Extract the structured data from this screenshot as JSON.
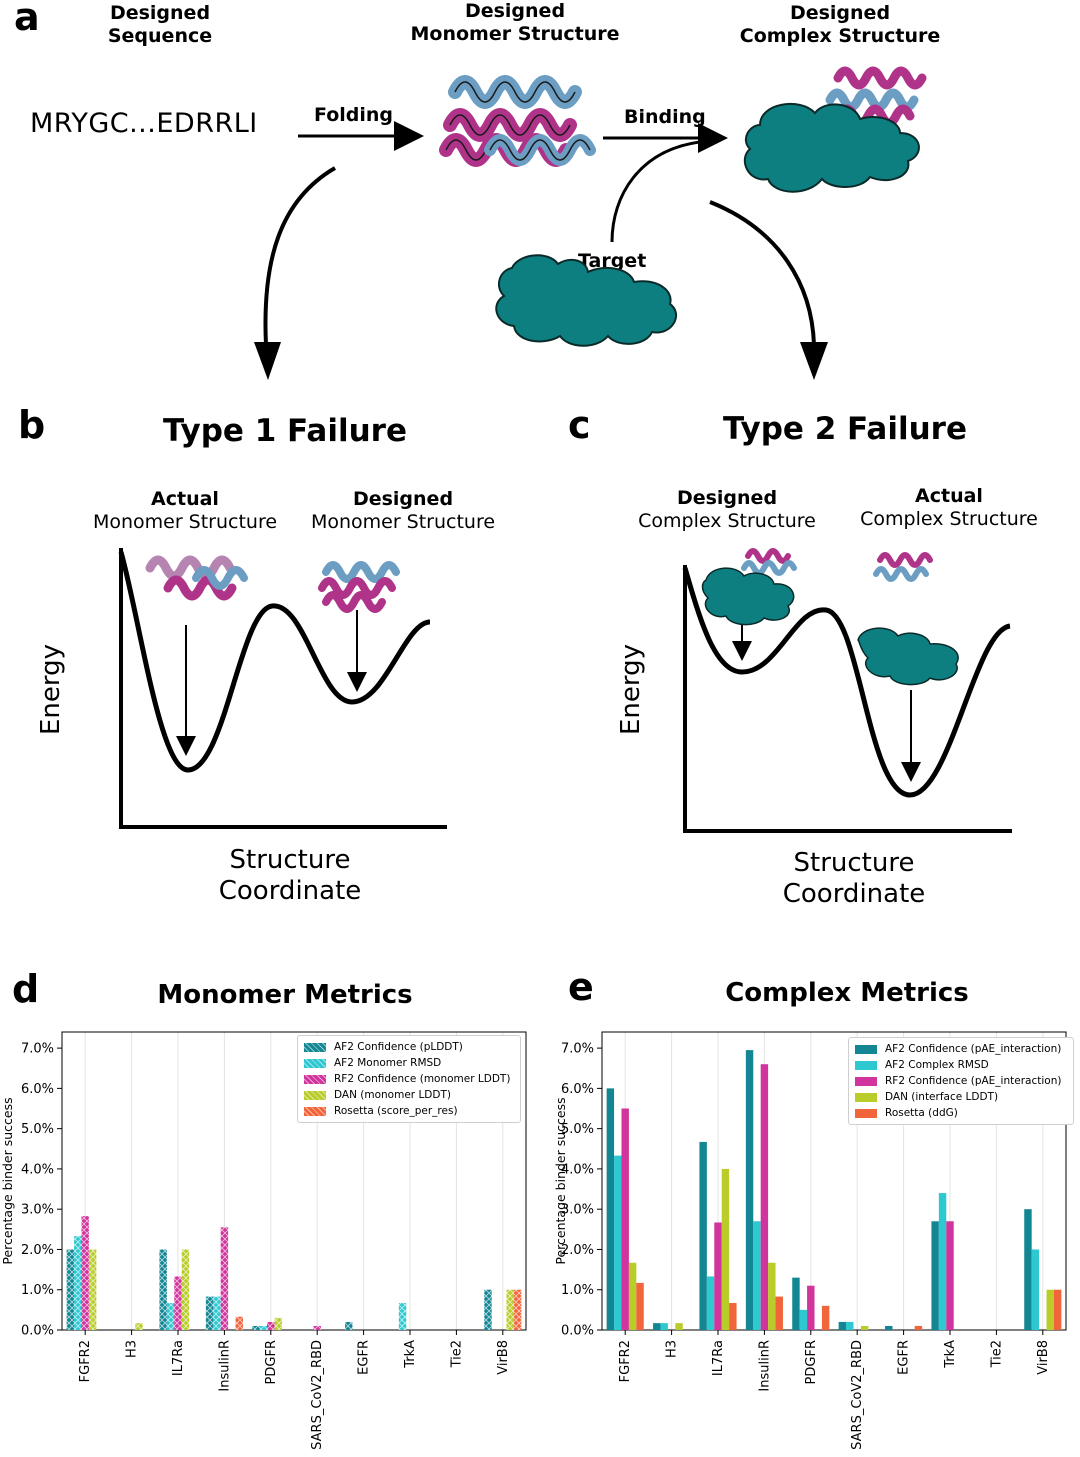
{
  "panel_a": {
    "letter": "a",
    "col1_title": [
      "Designed",
      "Sequence"
    ],
    "col2_title": [
      "Designed",
      "Monomer Structure"
    ],
    "col3_title": [
      "Designed",
      "Complex Structure"
    ],
    "sequence": "MRYGC...EDRRLI",
    "arrow_folding": "Folding",
    "arrow_binding": "Binding",
    "target_label": "Target"
  },
  "panel_b": {
    "letter": "b",
    "title": "Type 1 Failure",
    "label_left_bold": "Actual",
    "label_left": "Monomer Structure",
    "label_right_bold": "Designed",
    "label_right": "Monomer Structure",
    "ylabel": "Energy",
    "xlabel": [
      "Structure",
      "Coordinate"
    ]
  },
  "panel_c": {
    "letter": "c",
    "title": "Type 2 Failure",
    "label_left_bold": "Designed",
    "label_left": "Complex Structure",
    "label_right_bold": "Actual",
    "label_right": "Complex Structure",
    "ylabel": "Energy",
    "xlabel": [
      "Structure",
      "Coordinate"
    ]
  },
  "colors": {
    "magenta": "#b0338a",
    "steel_blue": "#6b9ec2",
    "teal": "#0d7f80",
    "af2_conf": "#138694",
    "af2_rmsd": "#2ec8d1",
    "rf2": "#d1349c",
    "dan": "#b9cc2a",
    "rosetta": "#f2643a"
  },
  "chart_data": [
    {
      "type": "bar",
      "panel_letter": "d",
      "title": "Monomer Metrics",
      "ylabel": "Percentage binder success",
      "xlabel": "",
      "ylim": [
        0,
        7.4
      ],
      "yticks": [
        "0.0%",
        "1.0%",
        "2.0%",
        "3.0%",
        "4.0%",
        "5.0%",
        "6.0%",
        "7.0%"
      ],
      "hatched": true,
      "grid": "vertical",
      "legend_position": "top-right",
      "categories": [
        "FGFR2",
        "H3",
        "IL7Ra",
        "InsulinR",
        "PDGFR",
        "SARS_CoV2_RBD",
        "EGFR",
        "TrkA",
        "Tie2",
        "VirB8"
      ],
      "series": [
        {
          "name": "AF2 Confidence (pLDDT)",
          "color": "#138694",
          "values": [
            2.0,
            0,
            2.0,
            0.83,
            0.1,
            0,
            0.2,
            0,
            0,
            1.0
          ]
        },
        {
          "name": "AF2 Monomer RMSD",
          "color": "#2ec8d1",
          "values": [
            2.33,
            0,
            0.67,
            0.83,
            0.1,
            0,
            0,
            0.67,
            0,
            0
          ]
        },
        {
          "name": "RF2 Confidence (monomer LDDT)",
          "color": "#d1349c",
          "values": [
            2.83,
            0,
            1.33,
            2.55,
            0.2,
            0.1,
            0,
            0,
            0,
            0
          ]
        },
        {
          "name": "DAN (monomer LDDT)",
          "color": "#b9cc2a",
          "values": [
            2.0,
            0.17,
            2.0,
            0,
            0.3,
            0,
            0,
            0,
            0,
            1.0
          ]
        },
        {
          "name": "Rosetta (score_per_res)",
          "color": "#f2643a",
          "values": [
            0,
            0,
            0,
            0.33,
            0,
            0,
            0,
            0,
            0,
            1.0
          ]
        }
      ]
    },
    {
      "type": "bar",
      "panel_letter": "e",
      "title": "Complex Metrics",
      "ylabel": "Percentage binder success",
      "xlabel": "",
      "ylim": [
        0,
        7.4
      ],
      "yticks": [
        "0.0%",
        "1.0%",
        "2.0%",
        "3.0%",
        "4.0%",
        "5.0%",
        "6.0%",
        "7.0%"
      ],
      "hatched": false,
      "grid": "vertical",
      "legend_position": "top-right",
      "categories": [
        "FGFR2",
        "H3",
        "IL7Ra",
        "InsulinR",
        "PDGFR",
        "SARS_CoV2_RBD",
        "EGFR",
        "TrkA",
        "Tie2",
        "VirB8"
      ],
      "series": [
        {
          "name": "AF2 Confidence (pAE_interaction)",
          "color": "#138694",
          "values": [
            6.0,
            0.17,
            4.67,
            6.95,
            1.3,
            0.2,
            0.1,
            2.7,
            0,
            3.0
          ]
        },
        {
          "name": "AF2 Complex RMSD",
          "color": "#2ec8d1",
          "values": [
            4.33,
            0.17,
            1.33,
            2.7,
            0.5,
            0.2,
            0,
            3.4,
            0,
            2.0
          ]
        },
        {
          "name": "RF2 Confidence (pAE_interaction)",
          "color": "#d1349c",
          "values": [
            5.5,
            0,
            2.67,
            6.6,
            1.1,
            0,
            0,
            2.7,
            0,
            0
          ]
        },
        {
          "name": "DAN (interface LDDT)",
          "color": "#b9cc2a",
          "values": [
            1.67,
            0.17,
            4.0,
            1.67,
            0,
            0.1,
            0,
            0,
            0,
            1.0
          ]
        },
        {
          "name": "Rosetta (ddG)",
          "color": "#f2643a",
          "values": [
            1.17,
            0,
            0.67,
            0.83,
            0.6,
            0,
            0.1,
            0,
            0,
            1.0
          ]
        }
      ]
    }
  ]
}
